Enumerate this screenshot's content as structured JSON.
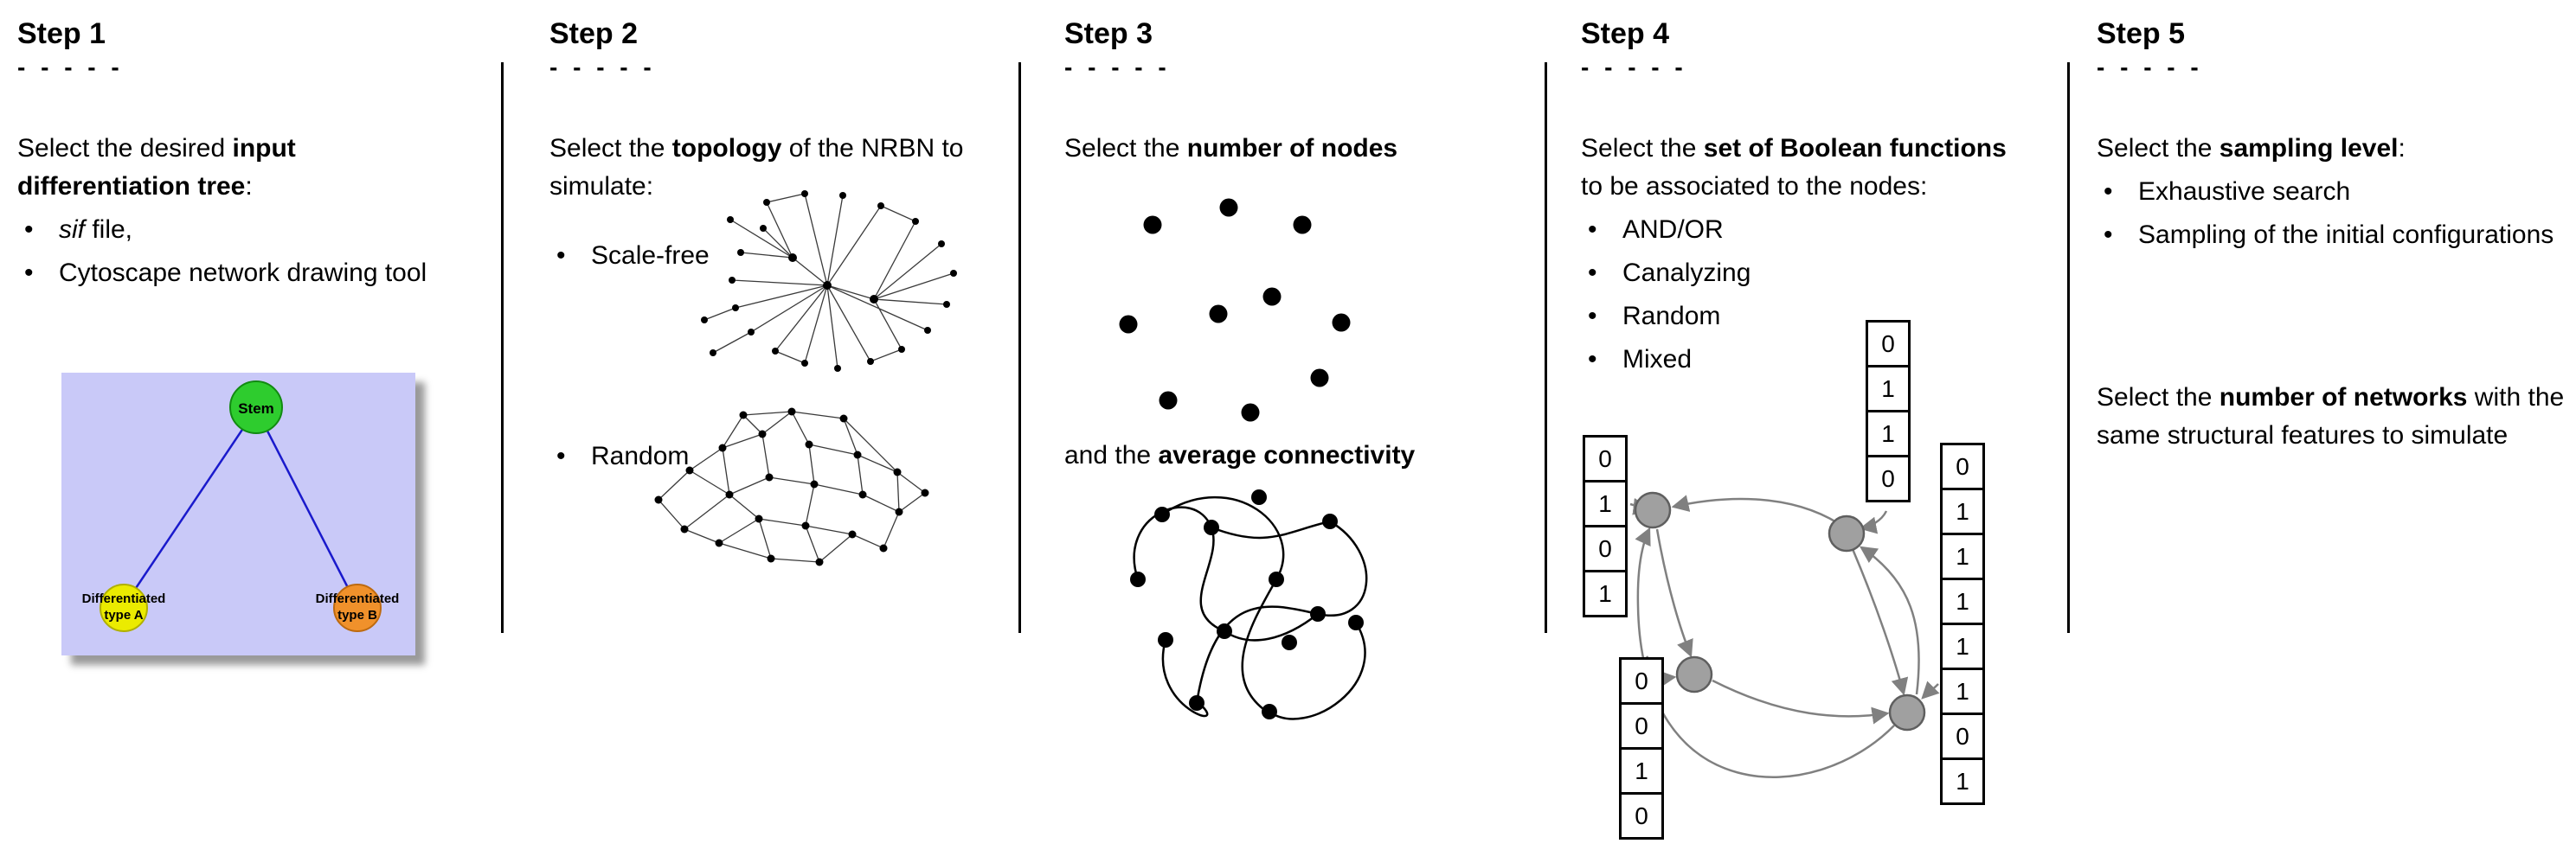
{
  "step1": {
    "title": "Step 1",
    "dashes": "- - - - -",
    "intro_pre": "Select the desired ",
    "intro_bold": "input differentiation tree",
    "intro_post": ":",
    "bullet1_italic": "sif",
    "bullet1_rest": " file,",
    "bullet2": "Cytoscape network drawing tool",
    "tree": {
      "root_label": "Stem",
      "left_label_line1": "Differentiated",
      "left_label_line2": "type A",
      "right_label_line1": "Differentiated",
      "right_label_line2": "type B"
    },
    "colors": {
      "panel": "#c9c9f8",
      "root_node": "#2ecc2e",
      "left_node": "#ebeb00",
      "right_node": "#f0912b",
      "edge": "#1a1acc"
    }
  },
  "step2": {
    "title": "Step 2",
    "dashes": "- - - - -",
    "intro_pre": "Select the ",
    "intro_bold": "topology",
    "intro_post": " of the NRBN to simulate:",
    "bullet1": "Scale-free",
    "bullet2": "Random"
  },
  "step3": {
    "title": "Step 3",
    "dashes": "- - - - -",
    "line1_pre": "Select the ",
    "line1_bold": "number of nodes",
    "line2_pre": "and the ",
    "line2_bold": "average connectivity"
  },
  "step4": {
    "title": "Step 4",
    "dashes": "- - - - -",
    "intro_pre": "Select the ",
    "intro_bold": "set of Boolean functions",
    "intro_post": " to be associated to the nodes:",
    "bullets": [
      "AND/OR",
      "Canalyzing",
      "Random",
      "Mixed"
    ],
    "truth_tables": {
      "left": [
        "0",
        "1",
        "0",
        "1"
      ],
      "top": [
        "0",
        "1",
        "1",
        "0"
      ],
      "bottom": [
        "0",
        "0",
        "1",
        "0"
      ],
      "right": [
        "0",
        "1",
        "1",
        "1",
        "1",
        "1",
        "0",
        "1"
      ]
    },
    "colors": {
      "node": "#a0a0a0",
      "node_border": "#5f5f5f",
      "arrow": "#808080"
    }
  },
  "step5": {
    "title": "Step 5",
    "dashes": "- - - - -",
    "intro_pre": "Select the ",
    "intro_bold": "sampling level",
    "intro_post": ":",
    "bullet1": "Exhaustive search",
    "bullet2": "Sampling of the initial configurations",
    "second_pre": "Select the ",
    "second_bold": "number of networks",
    "second_post": " with the same structural features to simulate"
  }
}
